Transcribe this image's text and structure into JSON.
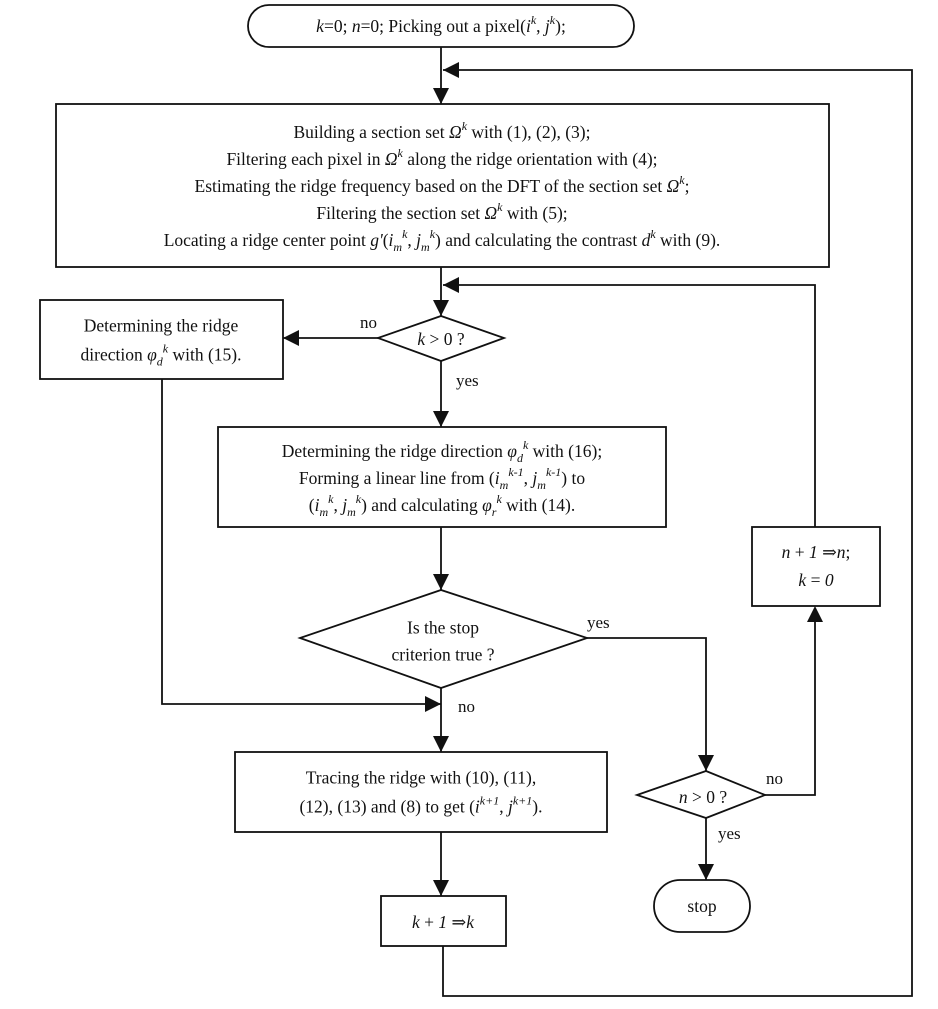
{
  "diagram": {
    "nodes": {
      "start": {
        "segments": [
          [
            {
              "t": "k",
              "i": true
            },
            {
              "t": "=0; "
            },
            {
              "t": "n",
              "i": true
            },
            {
              "t": "=0; Picking out a pixel("
            },
            {
              "t": "i",
              "i": true
            },
            {
              "t": "k",
              "sup": true
            },
            {
              "t": ", "
            },
            {
              "t": "j",
              "i": true
            },
            {
              "t": "k",
              "sup": true
            },
            {
              "t": ");"
            }
          ]
        ]
      },
      "build": {
        "segments": [
          [
            {
              "t": "Building a section set "
            },
            {
              "t": "Ω",
              "i": true
            },
            {
              "t": "k",
              "sup": true
            },
            {
              "t": " with (1), (2), (3);"
            }
          ],
          [
            {
              "t": "Filtering each pixel in "
            },
            {
              "t": "Ω",
              "i": true
            },
            {
              "t": "k",
              "sup": true
            },
            {
              "t": " along the ridge orientation with (4);"
            }
          ],
          [
            {
              "t": "Estimating the ridge frequency based on the DFT of the section set "
            },
            {
              "t": "Ω",
              "i": true
            },
            {
              "t": "k",
              "sup": true
            },
            {
              "t": ";"
            }
          ],
          [
            {
              "t": "Filtering the section set "
            },
            {
              "t": "Ω",
              "i": true
            },
            {
              "t": "k",
              "sup": true
            },
            {
              "t": " with (5);"
            }
          ],
          [
            {
              "t": "Locating a ridge center point "
            },
            {
              "t": "g'",
              "i": true
            },
            {
              "t": "("
            },
            {
              "t": "i",
              "i": true
            },
            {
              "t": "m",
              "sub": true
            },
            {
              "t": "k",
              "sup": true
            },
            {
              "t": ", "
            },
            {
              "t": "j",
              "i": true
            },
            {
              "t": "m",
              "sub": true
            },
            {
              "t": "k",
              "sup": true
            },
            {
              "t": ") and calculating the contrast "
            },
            {
              "t": "d",
              "i": true
            },
            {
              "t": "k",
              "sup": true
            },
            {
              "t": " with (9)."
            }
          ]
        ]
      },
      "dir15": {
        "segments": [
          [
            {
              "t": "Determining the ridge"
            }
          ],
          [
            {
              "t": "direction "
            },
            {
              "t": "φ",
              "i": true
            },
            {
              "t": "d",
              "sub": true
            },
            {
              "t": "k",
              "sup": true
            },
            {
              "t": " with (15)."
            }
          ]
        ]
      },
      "kgt0": {
        "segments": [
          [
            {
              "t": "k",
              "i": true
            },
            {
              "t": " > 0 ?"
            }
          ]
        ]
      },
      "dir16": {
        "segments": [
          [
            {
              "t": "Determining the ridge direction "
            },
            {
              "t": "φ",
              "i": true
            },
            {
              "t": "d",
              "sub": true
            },
            {
              "t": "k",
              "sup": true
            },
            {
              "t": " with (16);"
            }
          ],
          [
            {
              "t": "Forming a linear line from ("
            },
            {
              "t": "i",
              "i": true
            },
            {
              "t": "m",
              "sub": true
            },
            {
              "t": "k-1",
              "sup": true
            },
            {
              "t": ", "
            },
            {
              "t": "j",
              "i": true
            },
            {
              "t": "m",
              "sub": true
            },
            {
              "t": "k-1",
              "sup": true
            },
            {
              "t": ") to"
            }
          ],
          [
            {
              "t": "("
            },
            {
              "t": "i",
              "i": true
            },
            {
              "t": "m",
              "sub": true
            },
            {
              "t": "k",
              "sup": true
            },
            {
              "t": ", "
            },
            {
              "t": "j",
              "i": true
            },
            {
              "t": "m",
              "sub": true
            },
            {
              "t": "k",
              "sup": true
            },
            {
              "t": ") and calculating "
            },
            {
              "t": "φ",
              "i": true
            },
            {
              "t": "r",
              "sub": true
            },
            {
              "t": "k",
              "sup": true
            },
            {
              "t": " with (14)."
            }
          ]
        ]
      },
      "stopcrit": {
        "segments": [
          [
            {
              "t": "Is the stop"
            }
          ],
          [
            {
              "t": "criterion true ?"
            }
          ]
        ]
      },
      "trace": {
        "segments": [
          [
            {
              "t": "Tracing the ridge with (10), (11),"
            }
          ],
          [
            {
              "t": "(12), (13) and (8) to get ("
            },
            {
              "t": "i",
              "i": true
            },
            {
              "t": "k+1",
              "sup": true
            },
            {
              "t": ", "
            },
            {
              "t": "j",
              "i": true
            },
            {
              "t": "k+1",
              "sup": true
            },
            {
              "t": ")."
            }
          ]
        ]
      },
      "kinc": {
        "segments": [
          [
            {
              "t": "k",
              "i": true
            },
            {
              "t": " + "
            },
            {
              "t": "1",
              "i": true
            },
            {
              "t": " ⇒"
            },
            {
              "t": "k",
              "i": true
            }
          ]
        ]
      },
      "ninc": {
        "segments": [
          [
            {
              "t": "n",
              "i": true
            },
            {
              "t": " + "
            },
            {
              "t": "1",
              "i": true
            },
            {
              "t": " ⇒"
            },
            {
              "t": "n",
              "i": true
            },
            {
              "t": ";"
            }
          ],
          [
            {
              "t": "k",
              "i": true
            },
            {
              "t": " = "
            },
            {
              "t": "0",
              "i": true
            }
          ]
        ]
      },
      "ngt0": {
        "segments": [
          [
            {
              "t": "n",
              "i": true
            },
            {
              "t": " > 0 ?"
            }
          ]
        ]
      },
      "stop": {
        "segments": [
          [
            {
              "t": "stop"
            }
          ]
        ]
      }
    },
    "edge_labels": {
      "kgt0_no": "no",
      "kgt0_yes": "yes",
      "stopcrit_yes": "yes",
      "stopcrit_no": "no",
      "ngt0_no": "no",
      "ngt0_yes": "yes"
    }
  }
}
